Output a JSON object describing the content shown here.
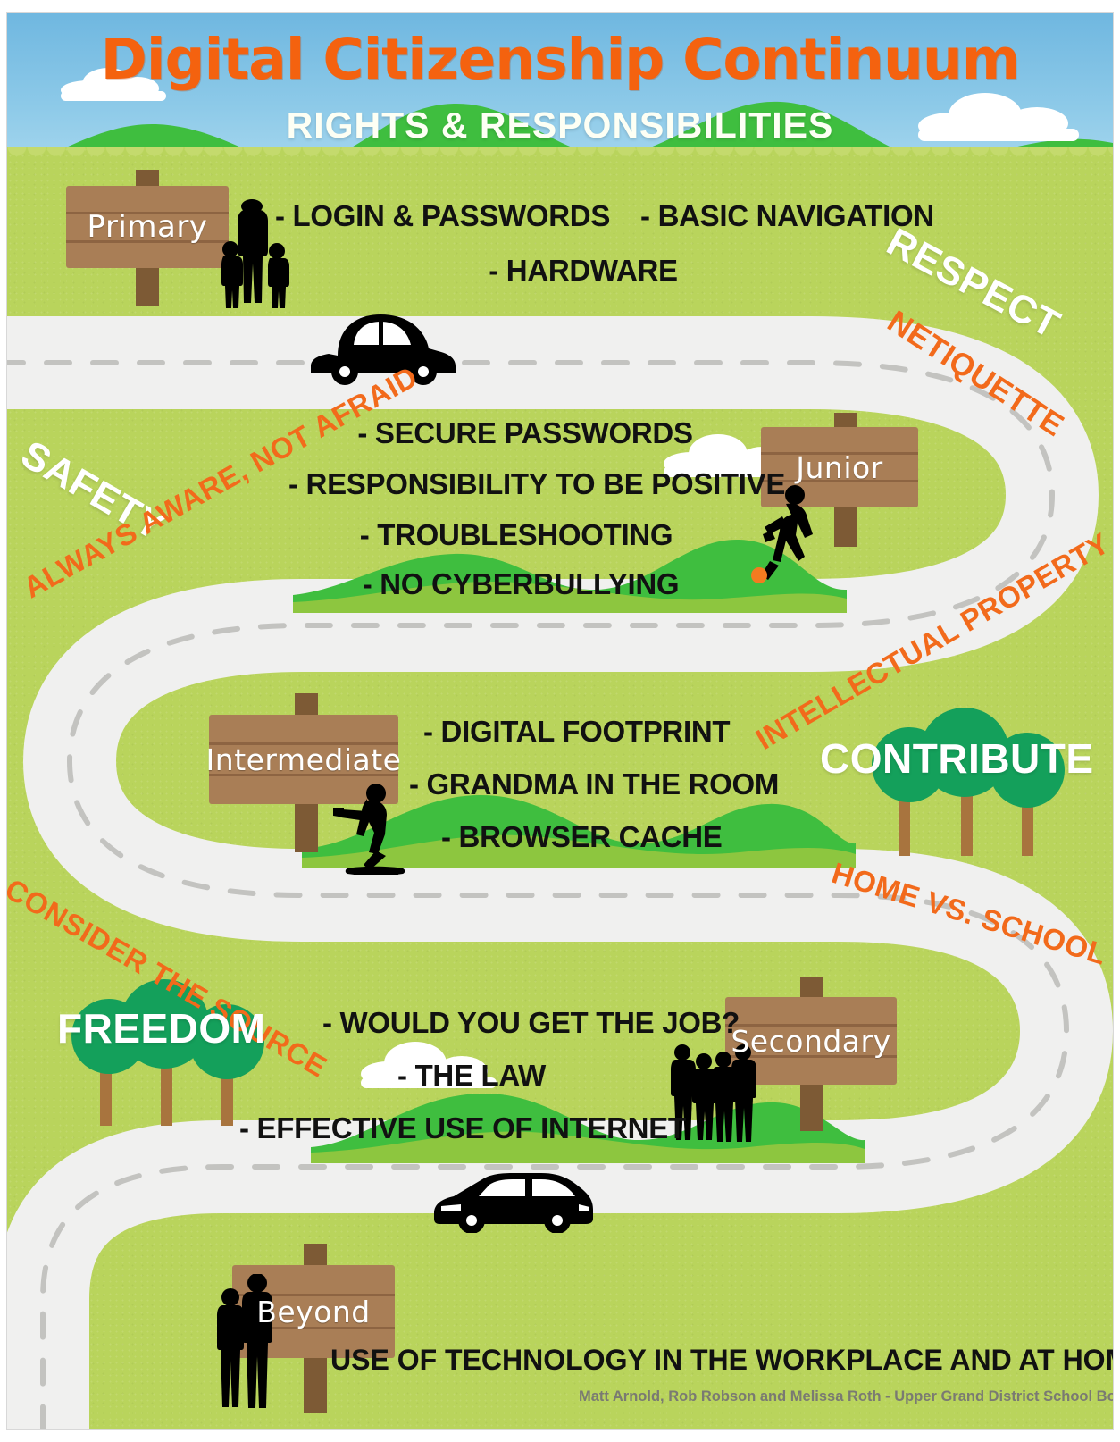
{
  "header": {
    "title": "Digital Citizenship Continuum",
    "subtitle": "RIGHTS & RESPONSIBILITIES"
  },
  "stages": [
    {
      "sign_label": "Primary",
      "bullets": [
        "- LOGIN & PASSWORDS",
        "- BASIC NAVIGATION",
        "- HARDWARE"
      ],
      "figure": "parent-with-children-silhouette"
    },
    {
      "sign_label": "Junior",
      "bullets": [
        "- SECURE PASSWORDS",
        "- RESPONSIBILITY TO BE POSITIVE",
        "- TROUBLESHOOTING",
        "- NO CYBERBULLYING"
      ],
      "figure": "soccer-player-silhouette"
    },
    {
      "sign_label": "Intermediate",
      "bullets": [
        "- DIGITAL FOOTPRINT",
        "- GRANDMA IN THE ROOM",
        "- BROWSER CACHE"
      ],
      "figure": "skateboarder-silhouette"
    },
    {
      "sign_label": "Secondary",
      "bullets": [
        "- WOULD YOU GET THE JOB?",
        "- THE LAW",
        "- EFFECTIVE USE OF INTERNET"
      ],
      "figure": "teen-group-silhouette"
    },
    {
      "sign_label": "Beyond",
      "bullets": [
        "USE OF TECHNOLOGY IN THE WORKPLACE AND AT HOME"
      ],
      "figure": "adult-couple-silhouette"
    }
  ],
  "keywords": {
    "respect": "RESPECT",
    "netiquette": "NETIQUETTE",
    "safety": "SAFETY",
    "always_aware": "ALWAYS AWARE, NOT AFRAID",
    "intellectual_property": "INTELLECTUAL PROPERTY",
    "contribute": "CONTRIBUTE",
    "home_vs_school": "HOME VS. SCHOOL",
    "consider_the_source": "CONSIDER THE SOURCE",
    "freedom": "FREEDOM"
  },
  "credits": "Matt Arnold, Rob Robson and Melissa Roth - Upper Grand District School Board",
  "icons": {
    "car_top": "beetle-car-icon",
    "car_bottom": "sedan-car-icon"
  },
  "colors": {
    "grass": "#b9d45c",
    "sky": "#8cc9e8",
    "road": "#f0f0ef",
    "sign_board": "#a97e56",
    "sign_post": "#7d5a35",
    "orange": "#f26a1b",
    "title_orange": "#f4620f",
    "tree_green": "#14a05b",
    "hill_green": "#3fbe3f",
    "hill_light": "#8dc63f",
    "white": "#ffffff",
    "credit_gray": "#7a7a72"
  }
}
